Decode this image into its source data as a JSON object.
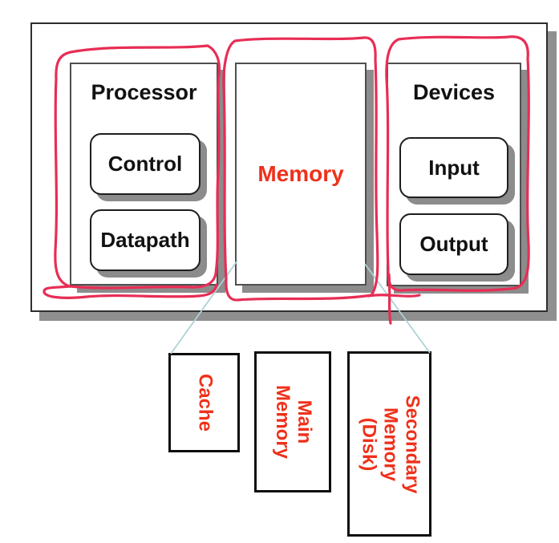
{
  "system_box": {
    "processor": {
      "title": "Processor",
      "control_label": "Control",
      "datapath_label": "Datapath"
    },
    "memory": {
      "title": "Memory"
    },
    "devices": {
      "title": "Devices",
      "input_label": "Input",
      "output_label": "Output"
    }
  },
  "memory_hierarchy": {
    "cache_label": "Cache",
    "main_memory_label": "Main\nMemory",
    "secondary_memory_label": "Secondary\nMemory\n(Disk)"
  },
  "annotations": {
    "loop_names": [
      "processor-circle",
      "memory-circle",
      "devices-circle"
    ],
    "loop_color": "#e82d55",
    "connector_color": "#aed2d6",
    "accent_text_red": "#ee311b",
    "shadow_gray": "#8c8c8c",
    "black_text": "#111111"
  }
}
